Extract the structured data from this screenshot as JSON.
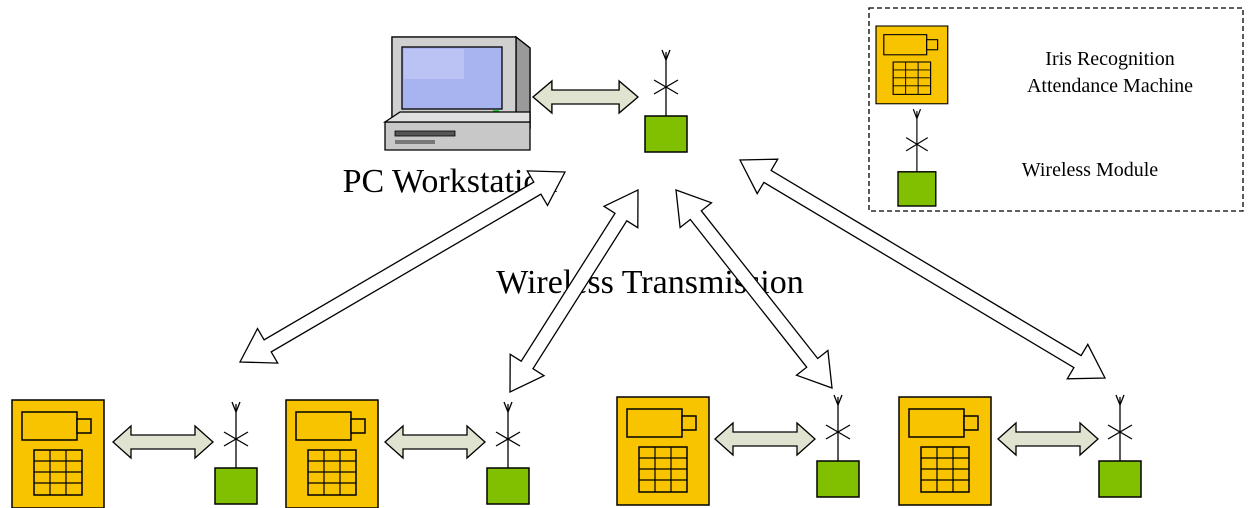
{
  "labels": {
    "pc_workstation": "PC Workstation",
    "wireless_transmission": "Wireless Transmission"
  },
  "legend": {
    "machine_line1": "Iris Recognition",
    "machine_line2": "Attendance Machine",
    "module": "Wireless Module"
  },
  "colors": {
    "machine_fill": "#f8c400",
    "module_fill": "#80c000",
    "link_arrow_fill": "#dfe3cf",
    "transmission_arrow_fill": "#ffffff",
    "screen": "#a8b4f0"
  },
  "stations": [
    {
      "id": "station-1"
    },
    {
      "id": "station-2"
    },
    {
      "id": "station-3"
    },
    {
      "id": "station-4"
    }
  ]
}
